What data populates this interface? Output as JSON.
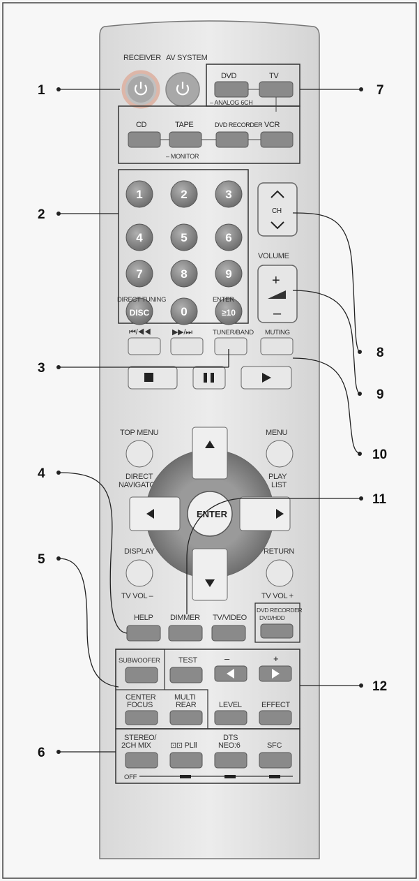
{
  "callouts": [
    "1",
    "2",
    "3",
    "4",
    "5",
    "6",
    "7",
    "8",
    "9",
    "10",
    "11",
    "12"
  ],
  "power": {
    "receiver": "RECEIVER",
    "av_system": "AV SYSTEM"
  },
  "sources": {
    "dvd": "DVD",
    "tv": "TV",
    "analog": "– ANALOG 6CH",
    "cd": "CD",
    "tape": "TAPE",
    "dvd_recorder": "DVD RECORDER",
    "vcr": "VCR",
    "monitor": "– MONITOR"
  },
  "numpad": {
    "keys": [
      "1",
      "2",
      "3",
      "4",
      "5",
      "6",
      "7",
      "8",
      "9",
      "DISC",
      "0",
      "≥10"
    ],
    "direct_tuning": "DIRECT TUNING",
    "enter": "ENTER"
  },
  "channel": {
    "label": "CH"
  },
  "volume": {
    "label": "VOLUME",
    "plus": "+",
    "minus": "–"
  },
  "transport": {
    "skip_back": "⏮/◀◀",
    "skip_fwd": "▶▶/⏭",
    "tuner_band": "TUNER/BAND",
    "muting": "MUTING"
  },
  "nav": {
    "top_menu": "TOP MENU",
    "direct_navigator": [
      "DIRECT",
      "NAVIGATOR"
    ],
    "menu": "MENU",
    "play_list": [
      "PLAY",
      "LIST"
    ],
    "enter": "ENTER",
    "display": "DISPLAY",
    "tv_vol_minus": "TV VOL –",
    "return": "RETURN",
    "tv_vol_plus": "TV VOL +"
  },
  "func": {
    "help": "HELP",
    "dimmer": "DIMMER",
    "tv_video": "TV/VIDEO",
    "dvd_recorder_lines": [
      "DVD RECORDER",
      "DVD/HDD"
    ]
  },
  "sound": {
    "subwoofer": "SUBWOOFER",
    "test": "TEST",
    "minus": "–",
    "plus": "+",
    "center_focus": [
      "CENTER",
      "FOCUS"
    ],
    "multi_rear": [
      "MULTI",
      "REAR"
    ],
    "level": "LEVEL",
    "effect": "EFFECT"
  },
  "modes": {
    "stereo": [
      "STEREO/",
      "2CH MIX"
    ],
    "pl2": "⊡⊡ PLⅡ",
    "dts": [
      "DTS",
      "NEO:6"
    ],
    "sfc": "SFC",
    "off": "OFF"
  }
}
